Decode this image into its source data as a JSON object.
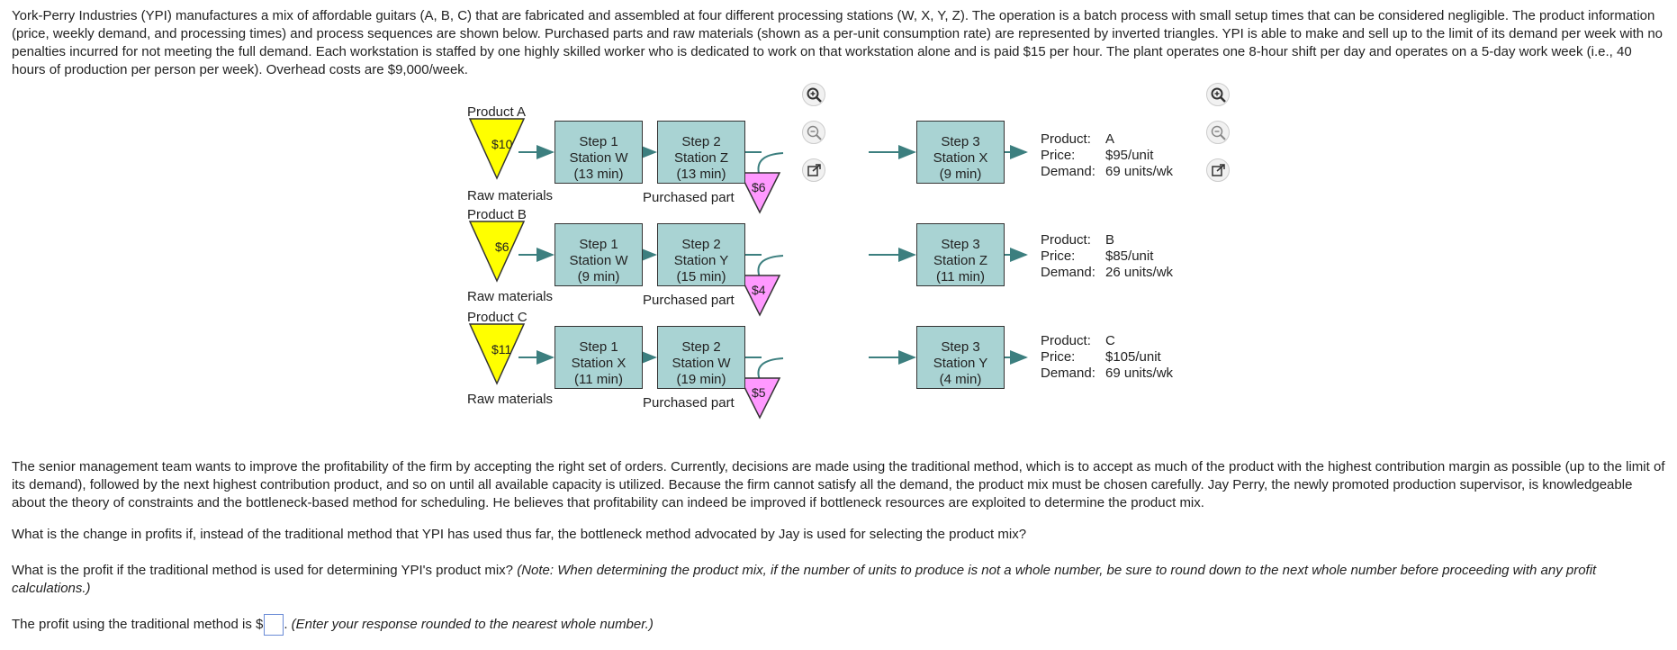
{
  "intro": "York-Perry Industries (YPI) manufactures a mix of affordable guitars (A, B, C) that are fabricated and assembled at four different processing stations (W, X, Y, Z). The operation is a batch process with small setup times that can be considered negligible. The product information (price, weekly demand, and processing times) and process sequences are shown below. Purchased parts and raw materials (shown as a per-unit consumption rate) are represented by inverted triangles. YPI is able to make and sell up to the limit of its demand per week with no penalties incurred for not meeting the full demand. Each workstation is staffed by one highly skilled worker who is dedicated to work on that workstation alone and is paid $15 per hour. The plant operates one 8-hour shift per day and operates on a 5-day work week (i.e., 40 hours of production per person per week). Overhead costs are $9,000/week.",
  "diagram": {
    "raw_label": "Raw materials",
    "purchased_label": "Purchased part",
    "info_keys": {
      "product": "Product:",
      "price": "Price:",
      "demand": "Demand:"
    },
    "products": [
      {
        "title": "Product A",
        "raw_cost": "$10",
        "part_cost": "$6",
        "step1": {
          "name": "Step 1",
          "station": "Station W",
          "time": "(13 min)"
        },
        "step2": {
          "name": "Step 2",
          "station": "Station Z",
          "time": "(13 min)"
        },
        "step3": {
          "name": "Step 3",
          "station": "Station X",
          "time": "(9 min)"
        },
        "product": "A",
        "price": "$95/unit",
        "demand": "69 units/wk"
      },
      {
        "title": "Product B",
        "raw_cost": "$6",
        "part_cost": "$4",
        "step1": {
          "name": "Step 1",
          "station": "Station W",
          "time": "(9 min)"
        },
        "step2": {
          "name": "Step 2",
          "station": "Station Y",
          "time": "(15 min)"
        },
        "step3": {
          "name": "Step 3",
          "station": "Station Z",
          "time": "(11 min)"
        },
        "product": "B",
        "price": "$85/unit",
        "demand": "26 units/wk"
      },
      {
        "title": "Product C",
        "raw_cost": "$11",
        "part_cost": "$5",
        "step1": {
          "name": "Step 1",
          "station": "Station X",
          "time": "(11 min)"
        },
        "step2": {
          "name": "Step 2",
          "station": "Station W",
          "time": "(19 min)"
        },
        "step3": {
          "name": "Step 3",
          "station": "Station Y",
          "time": "(4 min)"
        },
        "product": "C",
        "price": "$105/unit",
        "demand": "69 units/wk"
      }
    ],
    "colors": {
      "raw": "#ffff00",
      "part": "#ff99ff",
      "box": "#a9d3d3",
      "arrow": "#3c7f7f"
    }
  },
  "senior": "The senior management team wants to improve the profitability of the firm by accepting the right set of orders. Currently, decisions are made using the traditional method, which is to accept as much of the product with the highest contribution margin as possible (up to the limit of its demand), followed by the next highest contribution product, and so on until all available capacity is utilized. Because the firm cannot satisfy all the demand, the product mix must be chosen carefully. Jay Perry, the newly promoted production supervisor, is knowledgeable about the theory of constraints and the bottleneck-based method for scheduling. He believes that profitability can indeed be improved if bottleneck resources are exploited to determine the product mix.",
  "question1": "What is the change in profits if, instead of the traditional method that YPI has used thus far, the bottleneck method advocated by Jay is used for selecting the product mix?",
  "question2": "What is the profit if the traditional method is used for determining YPI's product mix?",
  "question2_note": "(Note: When determining the product mix, if the number of units to produce is not a whole number, be sure to round down to the next whole number before proceeding with any profit calculations.)",
  "answer_prefix": "The profit using the traditional method is $",
  "answer_suffix": ".",
  "answer_hint": "(Enter your response rounded to the nearest whole number.)",
  "answer_value": ""
}
